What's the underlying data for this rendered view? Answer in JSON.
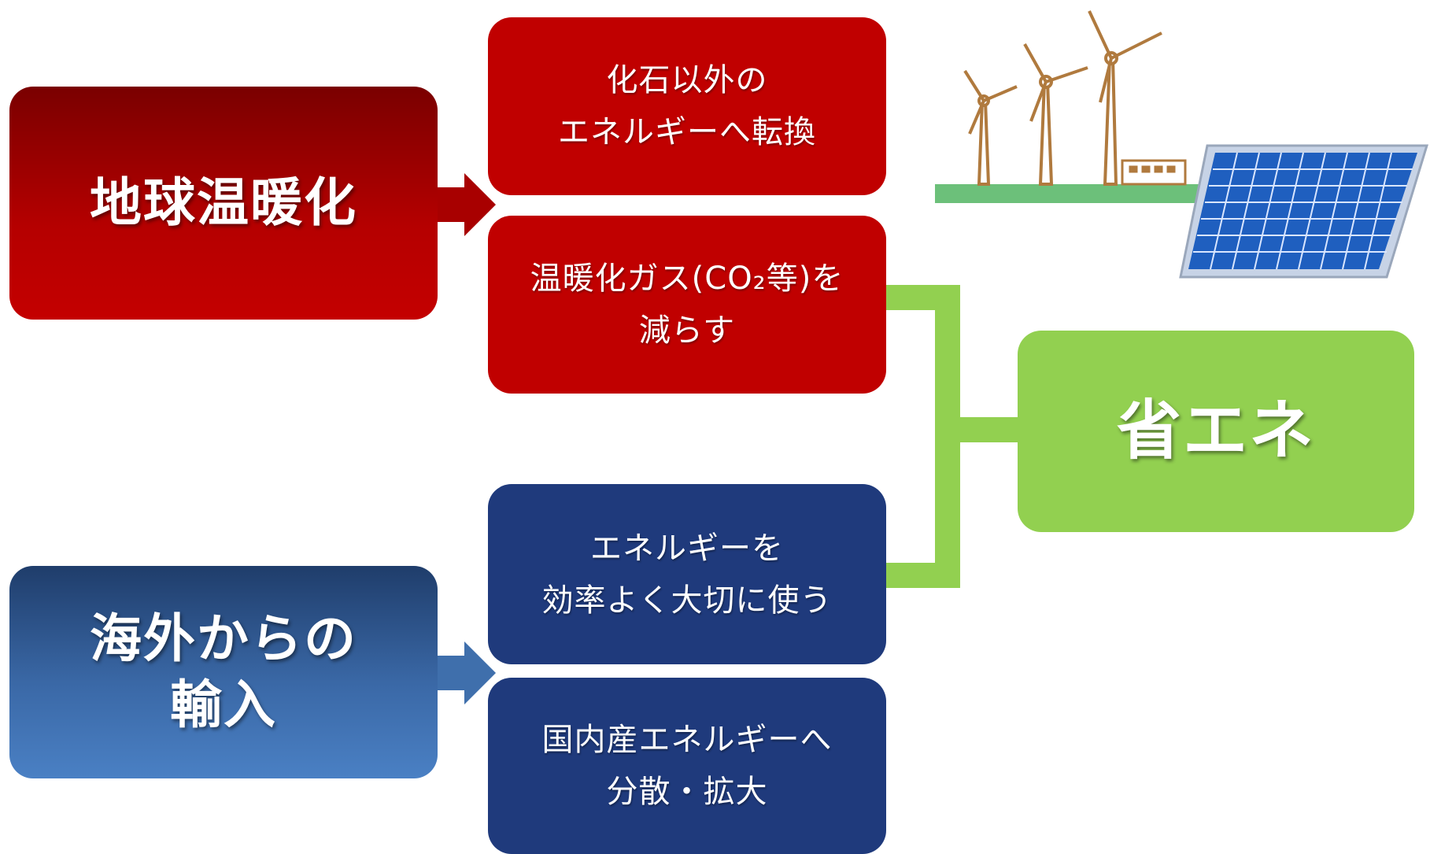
{
  "left_boxes": {
    "global_warming": "地球温暖化",
    "imports": [
      "海外からの",
      "輸入"
    ]
  },
  "middle_boxes": {
    "box1": [
      "化石以外の",
      "エネルギーへ転換"
    ],
    "box2": [
      "温暖化ガス(CO₂等)を",
      "減らす"
    ],
    "box3": [
      "エネルギーを",
      "効率よく大切に使う"
    ],
    "box4": [
      "国内産エネルギーへ",
      "分散・拡大"
    ]
  },
  "right_box": {
    "label": "省エネ"
  },
  "colors": {
    "red": "#c00000",
    "dark_red": "#7a0000",
    "navy": "#1f3a7c",
    "blue": "#4a80c4",
    "green": "#92d050"
  },
  "illustration": {
    "icons": [
      "wind-turbine-icon",
      "solar-panel-icon",
      "building-icon"
    ]
  }
}
